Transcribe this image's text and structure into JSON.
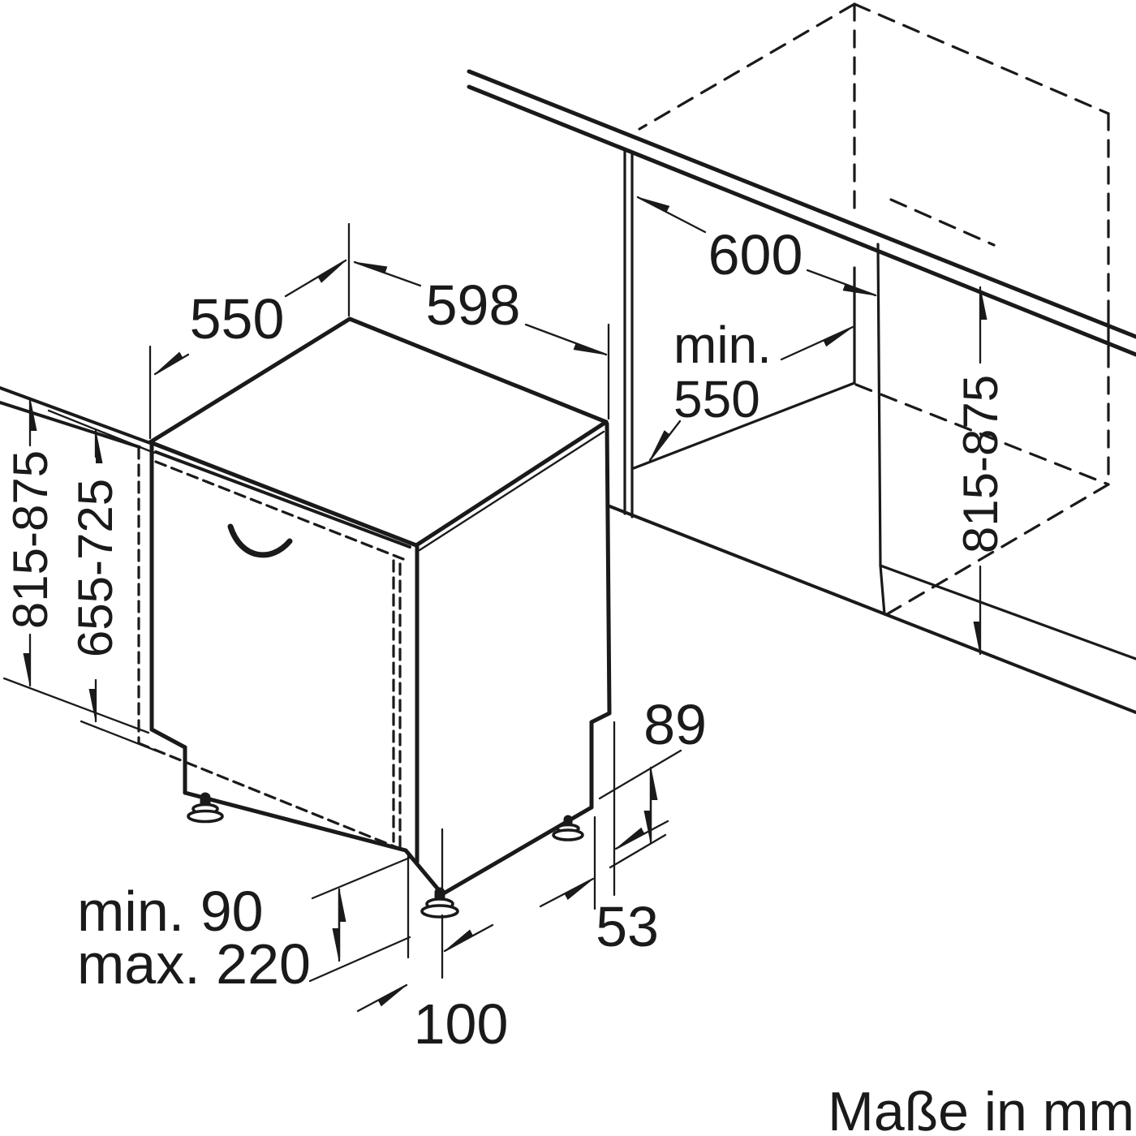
{
  "title": "Dishwasher built-in installation drawing",
  "colors": {
    "ink": "#1a1a1a",
    "background": "#ffffff"
  },
  "units_note": "Maße in mm",
  "labels": {
    "appliance_top_depth": "550",
    "appliance_width": "598",
    "counter_depth": "600",
    "niche_depth_min_line1": "min.",
    "niche_depth_min_line2": "550",
    "niche_height_left": "815-875",
    "furniture_panel_height": "655-725",
    "niche_height_right": "815-875",
    "rear_clearance": "89",
    "rear_foot_offset": "53",
    "plinth_height_min": "min. 90",
    "plinth_height_max": "max. 220",
    "plinth_depth": "100"
  }
}
